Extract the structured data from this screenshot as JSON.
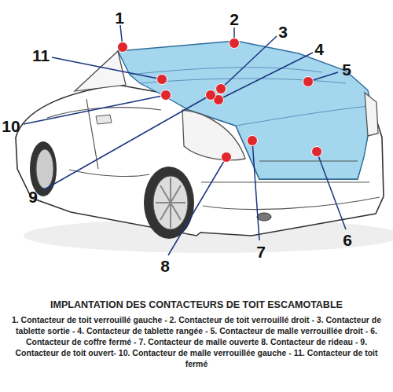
{
  "diagram": {
    "title": "IMPLANTATION DES CONTACTEURS DE TOIT ESCAMOTABLE",
    "caption": "1. Contacteur de toit verrouillé gauche - 2. Contacteur de toit verrouillé droit - 3. Contacteur de tablette sortie - 4. Contacteur de tablette rangée - 5. Contacteur de malle verrouillée droit - 6. Contacteur de coffre fermé - 7. Contacteur de malle ouverte 8. Contacteur de rideau - 9. Contacteur de toit ouvert- 10. Contacteur de malle verrouillée gauche - 11. Contacteur de toit fermé",
    "labels": [
      "1",
      "2",
      "3",
      "4",
      "5",
      "6",
      "7",
      "8",
      "9",
      "10",
      "11"
    ]
  }
}
